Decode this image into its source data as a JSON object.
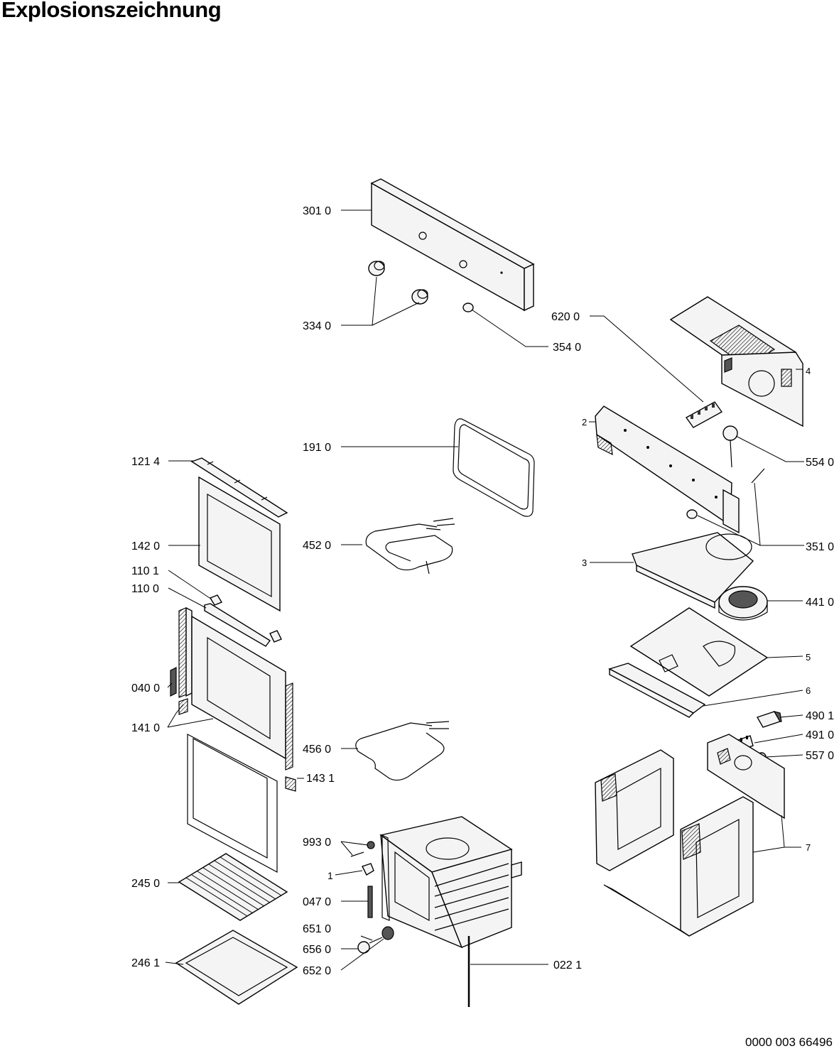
{
  "title": "Explosionszeichnung",
  "document_number": "0000 003 66496",
  "callouts": [
    {
      "id": "301",
      "label": "301 0"
    },
    {
      "id": "334",
      "label": "334 0"
    },
    {
      "id": "354",
      "label": "354 0"
    },
    {
      "id": "620",
      "label": "620 0"
    },
    {
      "id": "4",
      "label": "4"
    },
    {
      "id": "2",
      "label": "2"
    },
    {
      "id": "554",
      "label": "554 0"
    },
    {
      "id": "191",
      "label": "191 0"
    },
    {
      "id": "121",
      "label": "121 4"
    },
    {
      "id": "142",
      "label": "142 0"
    },
    {
      "id": "452",
      "label": "452 0"
    },
    {
      "id": "351",
      "label": "351 0"
    },
    {
      "id": "3",
      "label": "3"
    },
    {
      "id": "1101",
      "label": "110 1"
    },
    {
      "id": "1100",
      "label": "110 0"
    },
    {
      "id": "441",
      "label": "441 0"
    },
    {
      "id": "5",
      "label": "5"
    },
    {
      "id": "040",
      "label": "040 0"
    },
    {
      "id": "6",
      "label": "6"
    },
    {
      "id": "490",
      "label": "490 1"
    },
    {
      "id": "141",
      "label": "141 0"
    },
    {
      "id": "491",
      "label": "491 0"
    },
    {
      "id": "456",
      "label": "456 0"
    },
    {
      "id": "557",
      "label": "557 0"
    },
    {
      "id": "143",
      "label": "143 1"
    },
    {
      "id": "993",
      "label": "993 0"
    },
    {
      "id": "7",
      "label": "7"
    },
    {
      "id": "1",
      "label": "1"
    },
    {
      "id": "245",
      "label": "245 0"
    },
    {
      "id": "047",
      "label": "047 0"
    },
    {
      "id": "651",
      "label": "651 0"
    },
    {
      "id": "656",
      "label": "656 0"
    },
    {
      "id": "246",
      "label": "246 1"
    },
    {
      "id": "022",
      "label": "022 1"
    },
    {
      "id": "652",
      "label": "652 0"
    }
  ]
}
